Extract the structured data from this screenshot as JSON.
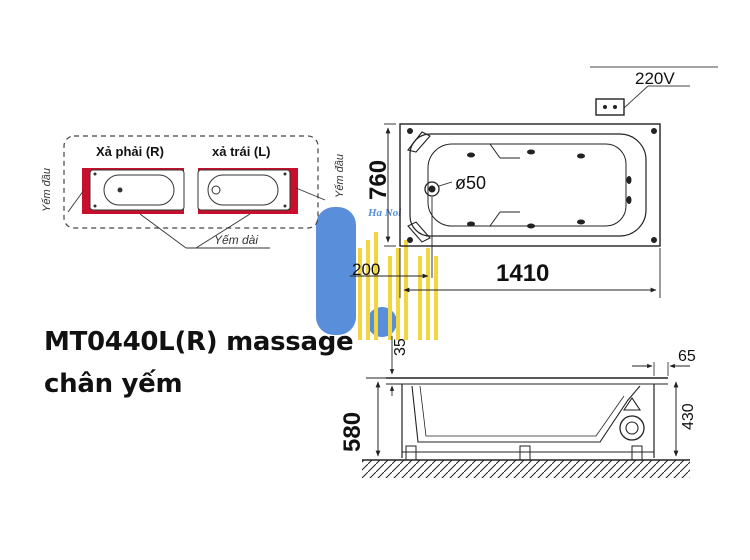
{
  "title": {
    "line1": "MT0440L(R) massage",
    "line2": "chân yếm"
  },
  "variants": {
    "right_label": "Xả phải (R)",
    "left_label": "xả trái (L)",
    "end_skirt_label": "Yếm đầu",
    "side_skirt_label": "Yếm dài"
  },
  "electrical": {
    "voltage_label": "220V"
  },
  "dimensions": {
    "width": "760",
    "length": "1410",
    "drain_offset": "200",
    "drain_diameter": "ø50",
    "rim_thickness": "35",
    "rim_overhang": "65",
    "total_height": "580",
    "tub_depth": "430"
  },
  "watermark": {
    "text": "Ha Noi"
  },
  "colors": {
    "line": "#222222",
    "skirt": "#c8102e",
    "watermark_blue": "#3b7bd4",
    "watermark_yellow": "#f0d020"
  }
}
